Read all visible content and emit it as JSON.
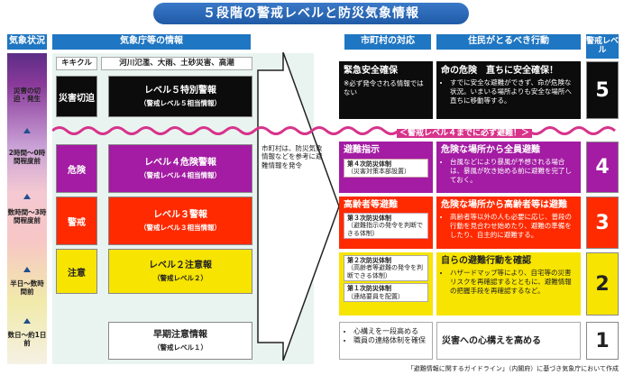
{
  "title": "５段階の警戒レベルと防災気象情報",
  "headers": {
    "status": "気象状況",
    "jma": "気象庁等の情報",
    "kikikuru": "キキクル",
    "kaminfo": "河川氾濫、大雨、土砂災害、高潮",
    "municipality": "市町村の対応",
    "resident": "住民がとるべき行動",
    "level": "警戒レベル"
  },
  "status_labels": [
    "災害の切迫・発生",
    "2時間～0時間程度前",
    "数時間～3時間程度前",
    "半日～数時間前",
    "数日～約1日前"
  ],
  "kikikuru": [
    "災害切迫",
    "危険",
    "警戒",
    "注意"
  ],
  "jma_levels": [
    {
      "main": "レベル５特別警報",
      "sub": "（警戒レベル５相当情報）"
    },
    {
      "main": "レベル４危険警報",
      "sub": "（警戒レベル４相当情報）"
    },
    {
      "main": "レベル３警報",
      "sub": "（警戒レベル３相当情報）"
    },
    {
      "main": "レベル２注意報",
      "sub": "（警戒レベル２）"
    },
    {
      "main": "早期注意情報",
      "sub": "（警戒レベル１）"
    }
  ],
  "arrow_note": "市町村は、防災気象情報などを参考に避難情報を発令",
  "municipality": {
    "l5_title": "緊急安全確保",
    "l5_note": "※必ず発令される情報ではない",
    "l4_title": "避難指示",
    "l4_sys": "第４次防災体制",
    "l4_sys_note": "（災害対策本部設置）",
    "l3_title": "高齢者等避難",
    "l3_sys": "第３次防災体制",
    "l3_sys_note": "（避難指示の発令を判断できる体制）",
    "l2_sys": "第２次防災体制",
    "l2_sys_note": "（高齢者等避難の発令を判断できる体制）",
    "l2b_sys": "第１次防災体制",
    "l2b_sys_note": "（連絡要員を配置）",
    "l1_items": [
      "心構えを一段高める",
      "職員の連絡体制を確保"
    ]
  },
  "resident": {
    "l5_title": "命の危険　直ちに安全確保！",
    "l5_items": [
      "すでに安全な避難ができず、命が危険な状況。いまいる場所よりも安全な場所へ直ちに移動等する。"
    ],
    "l4_title": "危険な場所から全員避難",
    "l4_items": [
      "台風などにより暴風が予想される場合は、暴風が吹き始める前に避難を完了しておく。"
    ],
    "l3_title": "危険な場所から高齢者等は避難",
    "l3_items": [
      "高齢者等以外の人も必要に応じ、普段の行動を見合わせ始めたり、避難の準備をしたり、自主的に避難する。"
    ],
    "l2_title": "自らの避難行動を確認",
    "l2_items": [
      "ハザードマップ等により、自宅等の災害リスクを再確認するとともに、避難情報の把握手段を再確認するなど。"
    ],
    "l1_title": "災害への心構えを高める"
  },
  "banner": "＜警戒レベル４までに必ず避難！＞",
  "levels": [
    "5",
    "4",
    "3",
    "2",
    "1"
  ],
  "footnote": "「避難情報に関するガイドライン」（内閣府）に基づき気象庁において作成",
  "colors": {
    "l5": "#0c0c0c",
    "l4": "#a31ca3",
    "l3": "#ff2a00",
    "l2": "#f7e400",
    "l1": "#ffffff",
    "accent": "#1f76c2"
  }
}
